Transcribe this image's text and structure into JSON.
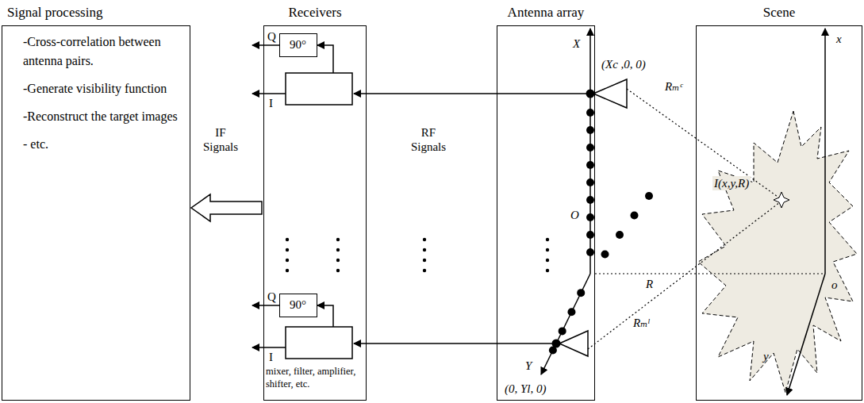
{
  "diagram": {
    "nodes": [
      {
        "text": [
          "Signal processing",
          "-Cross-correlation between antenna pairs.",
          "-Generate visibility function",
          "-Reconstruct the target images",
          "- etc."
        ]
      },
      {
        "text": [
          "Receivers"
        ]
      },
      {
        "text": [
          "90°"
        ],
        "in": 1
      },
      {
        "text": [
          "90°"
        ],
        "in": 1
      },
      {
        "text": [
          "Antenna array"
        ]
      },
      {
        "text": [
          "Scene"
        ]
      }
    ],
    "edges": [
      {
        "from": 1,
        "to": 0,
        "arrow": "to"
      }
    ],
    "labels": [
      "IF Signals",
      "RF Signals",
      "Q",
      "I",
      "Q",
      "I",
      "mixer, filter, amplifier, shifter, etc.",
      "X",
      "(Xc ,0, 0)",
      "O",
      "Y",
      "(0, Yl, 0)",
      "Rₘᶜ",
      "Rₘˡ",
      "I(x,y,R)",
      "R",
      "x",
      "y",
      "o"
    ]
  }
}
